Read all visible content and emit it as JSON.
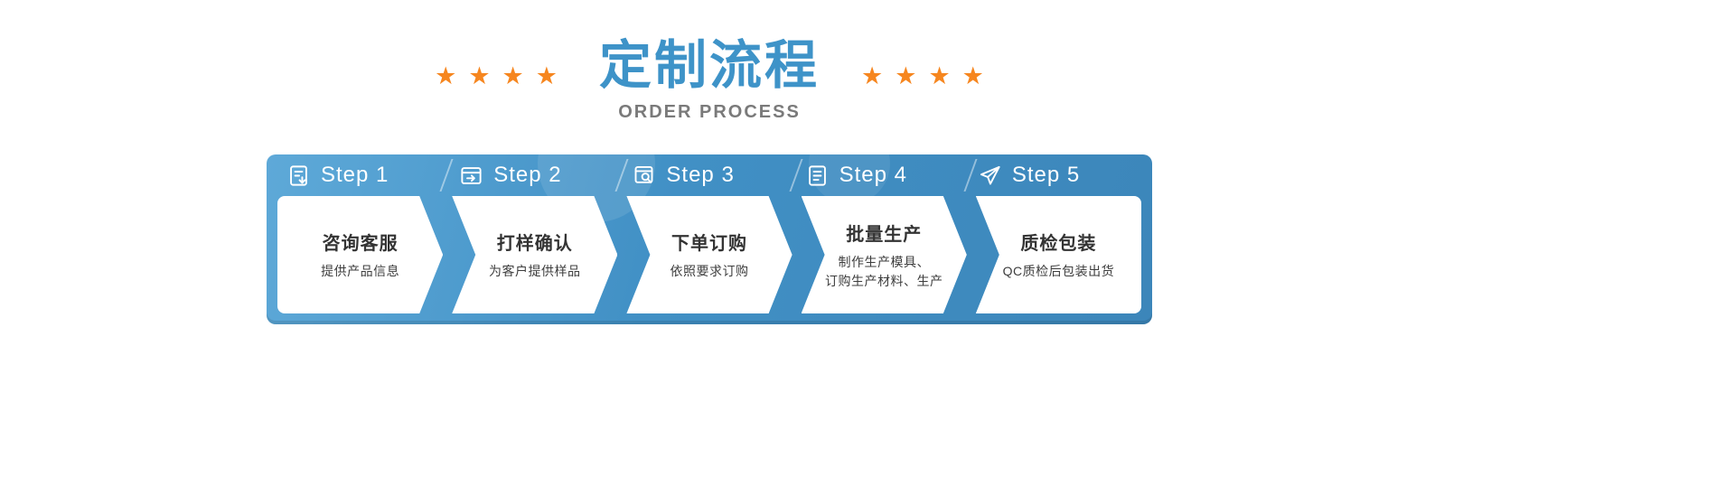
{
  "decor": {
    "star_glyph": "★"
  },
  "header": {
    "title": "定制流程",
    "subtitle": "ORDER PROCESS"
  },
  "colors": {
    "title_blue": "#3e93c8",
    "star_orange": "#f6861f",
    "panel_blue": "#3c86ba",
    "panel_blue_light": "#5ea9d8",
    "card_white": "#ffffff",
    "text_dark": "#333333"
  },
  "steps": [
    {
      "label": "Step 1",
      "icon": "document-download-icon",
      "title": "咨询客服",
      "desc": "提供产品信息"
    },
    {
      "label": "Step 2",
      "icon": "card-arrow-icon",
      "title": "打样确认",
      "desc": "为客户提供样品"
    },
    {
      "label": "Step 3",
      "icon": "box-search-icon",
      "title": "下单订购",
      "desc": "依照要求订购"
    },
    {
      "label": "Step 4",
      "icon": "clipboard-list-icon",
      "title": "批量生产",
      "desc": "制作生产模具、\n订购生产材料、生产"
    },
    {
      "label": "Step 5",
      "icon": "paper-plane-icon",
      "title": "质检包装",
      "desc": "QC质检后包装出货"
    }
  ]
}
